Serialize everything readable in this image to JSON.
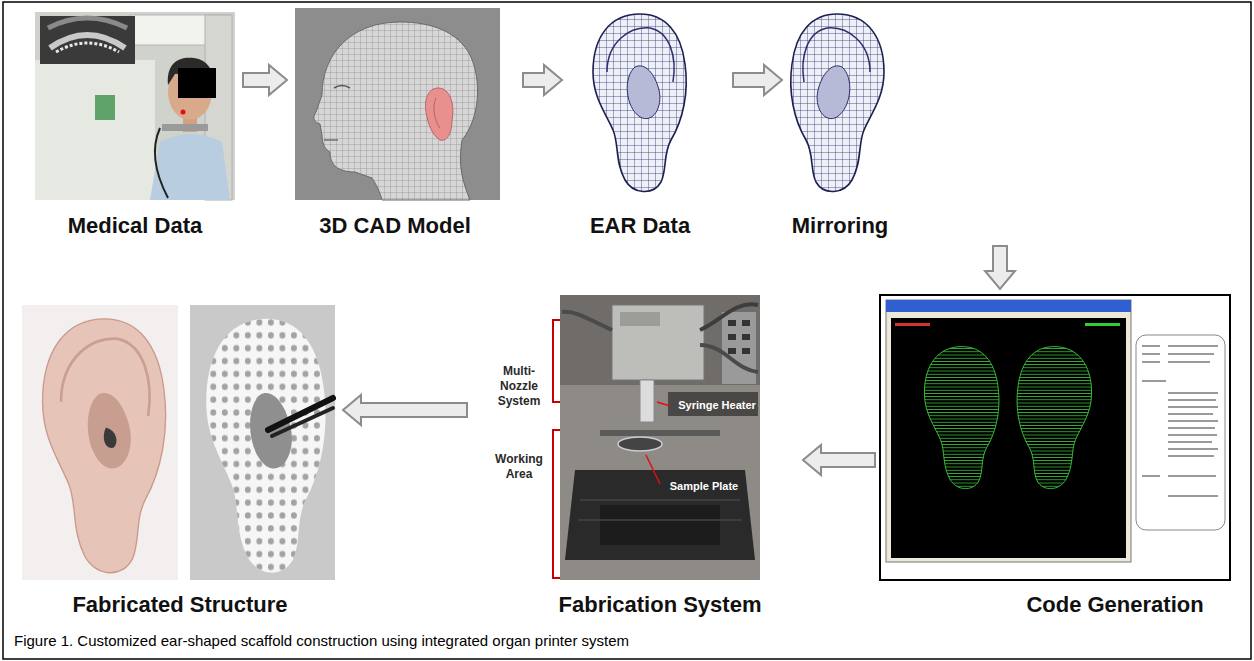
{
  "diagram": {
    "caption": "Figure 1. Customized ear-shaped scaffold construction using integrated organ printer system",
    "nodes": [
      {
        "text": [
          "Medical Data"
        ]
      },
      {
        "text": [
          "3D CAD Model"
        ]
      },
      {
        "text": [
          "EAR Data"
        ]
      },
      {
        "text": [
          "Mirroring"
        ]
      },
      {
        "text": [
          "Code Generation"
        ]
      },
      {
        "text": [
          "Fabrication System"
        ]
      },
      {
        "text": [
          "Fabricated Structure"
        ]
      }
    ],
    "edges": [
      {
        "from": 0,
        "to": 1,
        "arrow": "to"
      },
      {
        "from": 1,
        "to": 2,
        "arrow": "to"
      },
      {
        "from": 2,
        "to": 3,
        "arrow": "to"
      },
      {
        "from": 3,
        "to": 4,
        "arrow": "to"
      },
      {
        "from": 4,
        "to": 5,
        "arrow": "to"
      },
      {
        "from": 5,
        "to": 6,
        "arrow": "to"
      }
    ],
    "labels": [
      "Multi-Nozzle System",
      "Working Area",
      "Syringe Heater",
      "Sample Plate"
    ]
  }
}
